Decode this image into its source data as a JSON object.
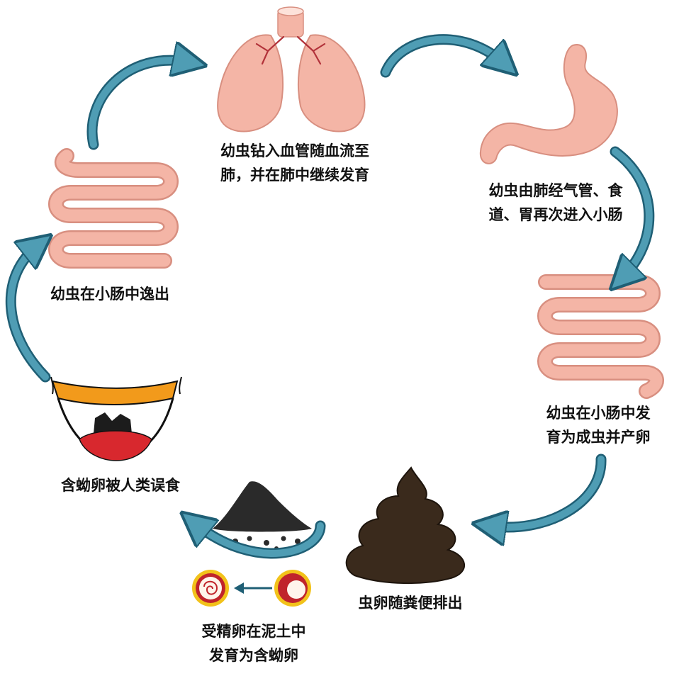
{
  "stages": {
    "lungs": {
      "lines": [
        "幼虫钻入血管随血流至",
        "肺，并在肺中继续发育"
      ]
    },
    "stomach": {
      "lines": [
        "幼虫由肺经气管、食",
        "道、胃再次进入小肠"
      ]
    },
    "intestine_right": {
      "lines": [
        "幼虫在小肠中发",
        "育为成虫并产卵"
      ]
    },
    "feces": {
      "lines": [
        "虫卵随粪便排出"
      ]
    },
    "eggs": {
      "lines": [
        "受精卵在泥土中",
        "发育为含蚴卵"
      ]
    },
    "mouth": {
      "lines": [
        "含蚴卵被人类误食"
      ]
    },
    "intestine_left": {
      "lines": [
        "幼虫在小肠中逸出"
      ]
    }
  },
  "colors": {
    "arrow_fill": "#4f9db4",
    "arrow_edge": "#1f5f75",
    "organ_fill": "#f4b5a6",
    "organ_edge": "#d88f80",
    "feces": "#3a2a1c",
    "soil": "#2a2a2a",
    "egg_ring": "#f2c21a",
    "egg_shell": "#c0242c",
    "mouth_lip": "#f29a1b",
    "tongue": "#d8282e"
  }
}
